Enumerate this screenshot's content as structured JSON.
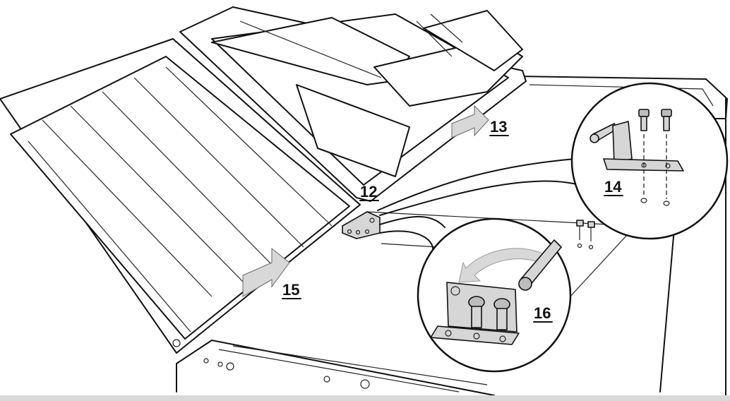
{
  "callouts": {
    "c12": "12",
    "c13": "13",
    "c14": "14",
    "c15": "15",
    "c16": "16"
  },
  "colors": {
    "line": "#111111",
    "panel_fill": "#ffffff",
    "part_fill": "#d6d6d6",
    "arrow_fill": "#d8d8d8",
    "footer_bar": "#d9d9d9"
  }
}
